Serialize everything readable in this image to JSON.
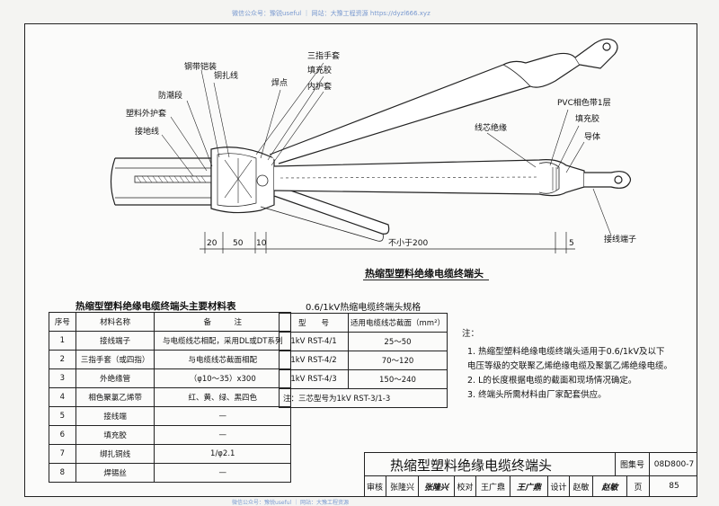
{
  "watermark_top": "微信公众号：豫锐useful ｜ 网站：大豫工程资源 https://dyzl666.xyz",
  "watermark_bottom": "微信公众号：豫锐useful ｜ 网站：大豫工程资源",
  "drawing": {
    "caption": "热缩型塑料绝缘电缆终端头",
    "labels": {
      "three_finger": "三指手套",
      "fill_glue_1": "填充胶",
      "inner_sheath": "内护套",
      "steel_armor": "钢带铠装",
      "copper_tie": "铜扎线",
      "solder_point": "焊点",
      "moisture_block": "防潮段",
      "outer_sheath": "塑料外护套",
      "ground_wire": "接地线",
      "core_insulation": "线芯绝缘",
      "pvc_band": "PVC相色带1层",
      "fill_glue_2": "填充胶",
      "conductor": "导体",
      "terminal": "接线端子"
    },
    "dimensions": [
      "20",
      "50",
      "10",
      "不小于200",
      "5"
    ]
  },
  "materials_table": {
    "title": "热缩型塑料绝缘电缆终端头主要材料表",
    "headers": [
      "序号",
      "材料名称",
      "备　　　注"
    ],
    "rows": [
      [
        "1",
        "接线端子",
        "与电缆线芯相配，采用DL或DT系列"
      ],
      [
        "2",
        "三指手套（或四指）",
        "与电缆线芯截面相配"
      ],
      [
        "3",
        "外绝缘管",
        "（φ10～35）x300"
      ],
      [
        "4",
        "相色聚氯乙烯带",
        "红、黄、绿、黑四色"
      ],
      [
        "5",
        "接线端",
        "—"
      ],
      [
        "6",
        "填充胶",
        "—"
      ],
      [
        "7",
        "绑扎铜线",
        "1/φ2.1"
      ],
      [
        "8",
        "焊锡丝",
        "—"
      ]
    ]
  },
  "spec_table": {
    "title": "0.6/1kV热缩电缆终端头规格",
    "headers": [
      "型　　号",
      "适用电缆线芯截面（mm²）"
    ],
    "rows": [
      [
        "1kV RST-4/1",
        "25～50"
      ],
      [
        "1kV RST-4/2",
        "70～120"
      ],
      [
        "1kV RST-4/3",
        "150～240"
      ]
    ],
    "footnote": "注：三芯型号为1kV RST-3/1-3"
  },
  "notes": {
    "heading": "注：",
    "items": [
      "1.  热缩型塑料绝缘电缆终端头适用于0.6/1kV及以下",
      "     电压等级的交联聚乙烯绝缘电缆及聚氯乙烯绝缘电缆。",
      "2.  L的长度根据电缆的截面和现场情况确定。",
      "3.  终端头所需材料由厂家配套供应。"
    ]
  },
  "title_block": {
    "title": "热缩型塑料绝缘电缆终端头",
    "atlas_label": "图集号",
    "atlas_no": "08D800-7",
    "review_label": "审核",
    "reviewer": "张隆兴",
    "reviewer_sig": "张隆兴",
    "check_label": "校对",
    "checker": "王广鼎",
    "checker_sig": "王广鼎",
    "design_label": "设计",
    "designer": "赵敏",
    "designer_sig": "赵敏",
    "page_label": "页",
    "page_no": "85"
  }
}
